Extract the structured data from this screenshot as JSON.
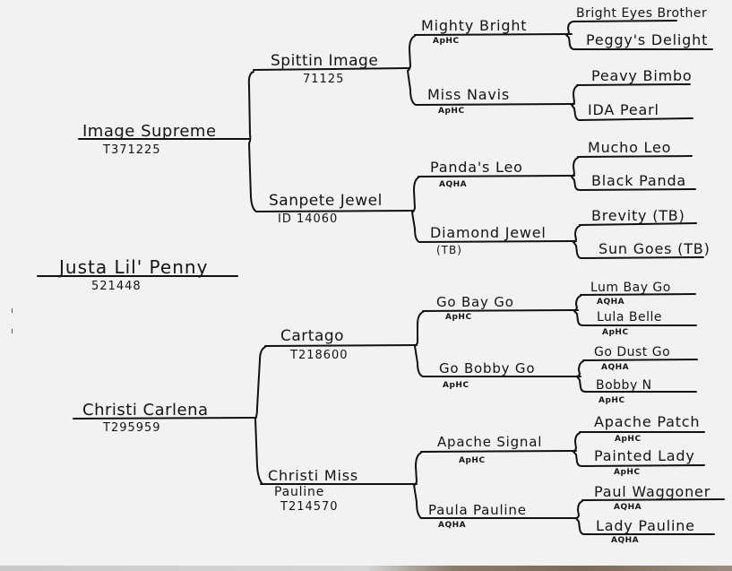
{
  "document": {
    "type": "Horse pedigree chart (handwritten)",
    "colors": {
      "paper": "#f2f2f2",
      "ink": "#141414"
    }
  },
  "subject": {
    "name": "Justa Lil' Penny",
    "reg": "521448"
  },
  "sire": {
    "name": "Image Supreme",
    "reg": "T371225",
    "sire": {
      "name": "Spittin Image",
      "reg": "71125",
      "sire": {
        "name": "Mighty Bright",
        "reg": "ApHC",
        "sire": {
          "name": "Bright Eyes Brother"
        },
        "dam": {
          "name": "Peggy's Delight"
        }
      },
      "dam": {
        "name": "Miss Navis",
        "reg": "ApHC",
        "sire": {
          "name": "Peavy Bimbo"
        },
        "dam": {
          "name": "IDA Pearl"
        }
      }
    },
    "dam": {
      "name": "Sanpete Jewel",
      "reg": "ID 14060",
      "sire": {
        "name": "Panda's Leo",
        "reg": "AQHA",
        "sire": {
          "name": "Mucho Leo"
        },
        "dam": {
          "name": "Black Panda"
        }
      },
      "dam": {
        "name": "Diamond Jewel",
        "reg": "(TB)",
        "sire": {
          "name": "Brevity (TB)"
        },
        "dam": {
          "name": "Sun Goes (TB)"
        }
      }
    }
  },
  "dam": {
    "name": "Christi Carlena",
    "reg": "T295959",
    "sire": {
      "name": "Cartago",
      "reg": "T218600",
      "sire": {
        "name": "Go Bay Go",
        "reg": "ApHC",
        "sire": {
          "name": "Lum Bay Go",
          "reg": "AQHA"
        },
        "dam": {
          "name": "Lula Belle",
          "reg": "ApHC"
        }
      },
      "dam": {
        "name": "Go Bobby Go",
        "reg": "ApHC",
        "sire": {
          "name": "Go Dust Go",
          "reg": "AQHA"
        },
        "dam": {
          "name": "Bobby N",
          "reg": "ApHC"
        }
      }
    },
    "dam": {
      "name": "Christi Miss",
      "name_line2": "Pauline",
      "reg": "T214570",
      "sire": {
        "name": "Apache Signal",
        "reg": "ApHC",
        "sire": {
          "name": "Apache Patch",
          "reg": "ApHC"
        },
        "dam": {
          "name": "Painted Lady",
          "reg": "ApHC"
        }
      },
      "dam": {
        "name": "Paula Pauline",
        "reg": "AQHA",
        "sire": {
          "name": "Paul Waggoner",
          "reg": "AQHA"
        },
        "dam": {
          "name": "Lady Pauline",
          "reg": "AQHA"
        }
      }
    }
  }
}
